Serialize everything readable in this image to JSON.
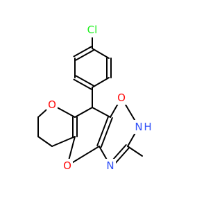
{
  "molecule": {
    "colors": {
      "bond": "#000000",
      "O": "#ff0d0d",
      "N": "#3050f8",
      "Cl": "#1ff01f"
    },
    "labels": {
      "cl": "Cl",
      "o_chromene": "O",
      "o_ketone": "O",
      "o_amide": "O",
      "n_amide": "N",
      "h_amide": "H",
      "n_ring": "N"
    }
  }
}
